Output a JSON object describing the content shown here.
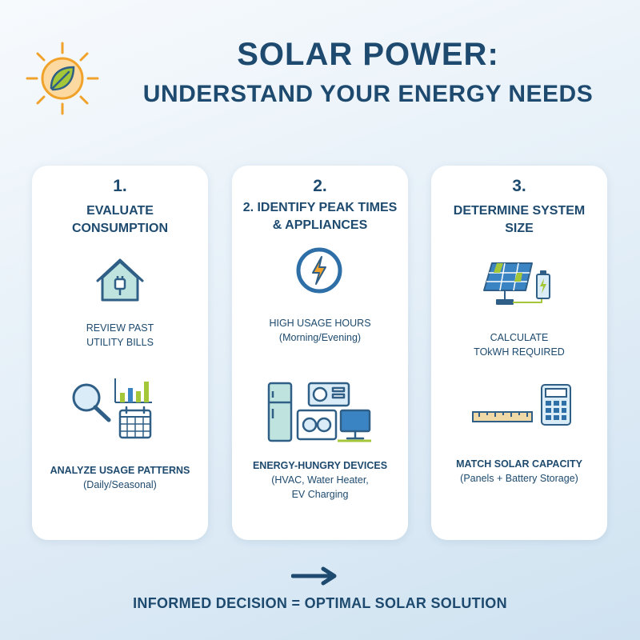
{
  "header": {
    "title": "SOLAR POWER:",
    "subtitle": "UNDERSTAND YOUR ENERGY NEEDS",
    "logo_icon": "sun-leaf-icon"
  },
  "colors": {
    "navy": "#1d4a6e",
    "accent_blue": "#3a84c4",
    "sun_orange": "#f0a22a",
    "leaf_green": "#a4c639",
    "panel_teal": "#8fd0cc"
  },
  "cards": [
    {
      "number": "1.",
      "heading": "EVALUATE CONSUMPTION",
      "items": [
        {
          "icon": "house-plug-icon",
          "line1": "REVIEW PAST",
          "line2": "UTILITY BILLS"
        },
        {
          "icon": "magnifier-chart-calendar-icon",
          "line1": "ANALYZE USAGE PATTERNS",
          "line2": "(Daily/Seasonal)"
        }
      ]
    },
    {
      "number": "2.",
      "heading": "2. IDENTIFY PEAK TIMES & APPLIANCES",
      "items": [
        {
          "icon": "lightning-clock-icon",
          "line1": "HIGH USAGE HOURS",
          "line2": "(Morning/Evening)"
        },
        {
          "icon": "appliances-icon",
          "line1": "ENERGY-HUNGRY DEVICES",
          "line2": "(HVAC, Water Heater,",
          "line3": "EV Charging"
        }
      ]
    },
    {
      "number": "3.",
      "heading": "DETERMINE SYSTEM SIZE",
      "items": [
        {
          "icon": "solar-panel-battery-icon",
          "line1": "CALCULATE",
          "line2": "TOkWH REQUIRED"
        },
        {
          "icon": "ruler-calculator-icon",
          "line1": "MATCH SOLAR CAPACITY",
          "line2": "(Panels + Battery Storage)"
        }
      ]
    }
  ],
  "footer": {
    "arrow_icon": "arrow-right-icon",
    "text": "INFORMED DECISION = OPTIMAL SOLAR SOLUTION"
  }
}
